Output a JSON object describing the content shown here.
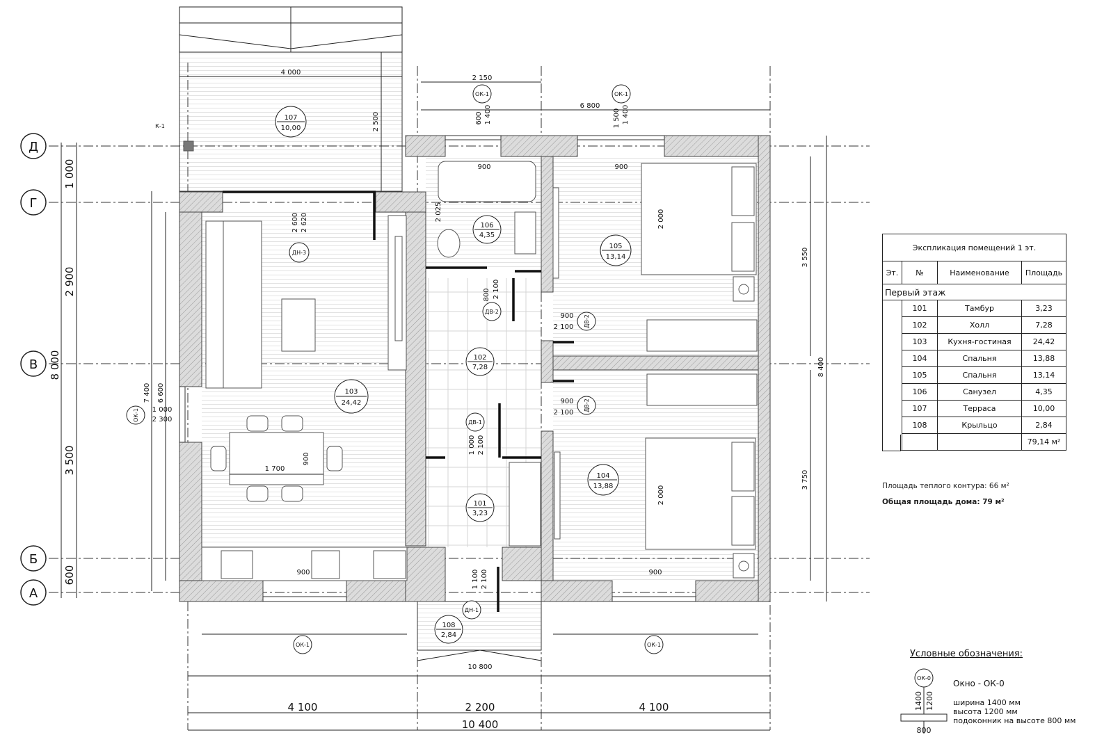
{
  "axes": {
    "rows": [
      "Д",
      "Г",
      "В",
      "Б",
      "А"
    ]
  },
  "rooms": [
    {
      "num": "101",
      "area": "3,23"
    },
    {
      "num": "102",
      "area": "7,28"
    },
    {
      "num": "103",
      "area": "24,42"
    },
    {
      "num": "104",
      "area": "13,88"
    },
    {
      "num": "105",
      "area": "13,14"
    },
    {
      "num": "106",
      "area": "4,35"
    },
    {
      "num": "107",
      "area": "10,00"
    },
    {
      "num": "108",
      "area": "2,84"
    }
  ],
  "tags": {
    "ok1": "ОК-1",
    "dn3": "ДН-3",
    "dv2": "ДВ-2",
    "dv1": "ДВ-1",
    "dn1": "ДН-1",
    "k1": "К-1"
  },
  "dims": {
    "terrace_w": "4 000",
    "bath_w": "2 150",
    "right_w": "6 800",
    "terrace_d": "2 500",
    "left_1000": "1 000",
    "left_2900": "2 900",
    "left_8000": "8 000",
    "left_3500": "3 500",
    "left_600": "600",
    "left_7400": "7 400",
    "left_6600": "6 600",
    "win_1000": "1 000",
    "win_2300": "2 300",
    "right_3550": "3 550",
    "right_8400": "8 400",
    "right_3750": "3 750",
    "bot_4100a": "4 100",
    "bot_2200": "2 200",
    "bot_4100b": "4 100",
    "bot_10400": "10 400",
    "porch_10800": "10 800",
    "d900": "900",
    "d2100": "2 100",
    "d1400": "1 400",
    "d600": "600",
    "d1500": "1 500",
    "d1700": "1 700",
    "d2000": "2 000",
    "d2025": "2 025",
    "d2600": "2 600",
    "d2620": "2 620",
    "d800": "800",
    "d1000": "1 000",
    "d1100": "1 100"
  },
  "table": {
    "title": "Экспликация помещений 1 эт.",
    "headers": [
      "Эт.",
      "№",
      "Наименование",
      "Площадь"
    ],
    "section": "Первый этаж",
    "rows": [
      [
        "101",
        "Тамбур",
        "3,23"
      ],
      [
        "102",
        "Холл",
        "7,28"
      ],
      [
        "103",
        "Кухня-гостиная",
        "24,42"
      ],
      [
        "104",
        "Спальня",
        "13,88"
      ],
      [
        "105",
        "Спальня",
        "13,14"
      ],
      [
        "106",
        "Санузел",
        "4,35"
      ],
      [
        "107",
        "Терраса",
        "10,00"
      ],
      [
        "108",
        "Крыльцо",
        "2,84"
      ]
    ],
    "total": "79,14 м²"
  },
  "notes": {
    "warm": "Площадь теплого контура: 66 м²",
    "total": "Общая площадь дома: 79 м²"
  },
  "legend": {
    "title": "Условные обозначения:",
    "tag": "ОК-0",
    "name": "Окно - ОК-0",
    "w": "ширина 1400 мм",
    "h": "высота 1200 мм",
    "sill": "подоконник на высоте 800 мм",
    "d1400": "1400",
    "d1200": "1200",
    "d800": "800"
  }
}
